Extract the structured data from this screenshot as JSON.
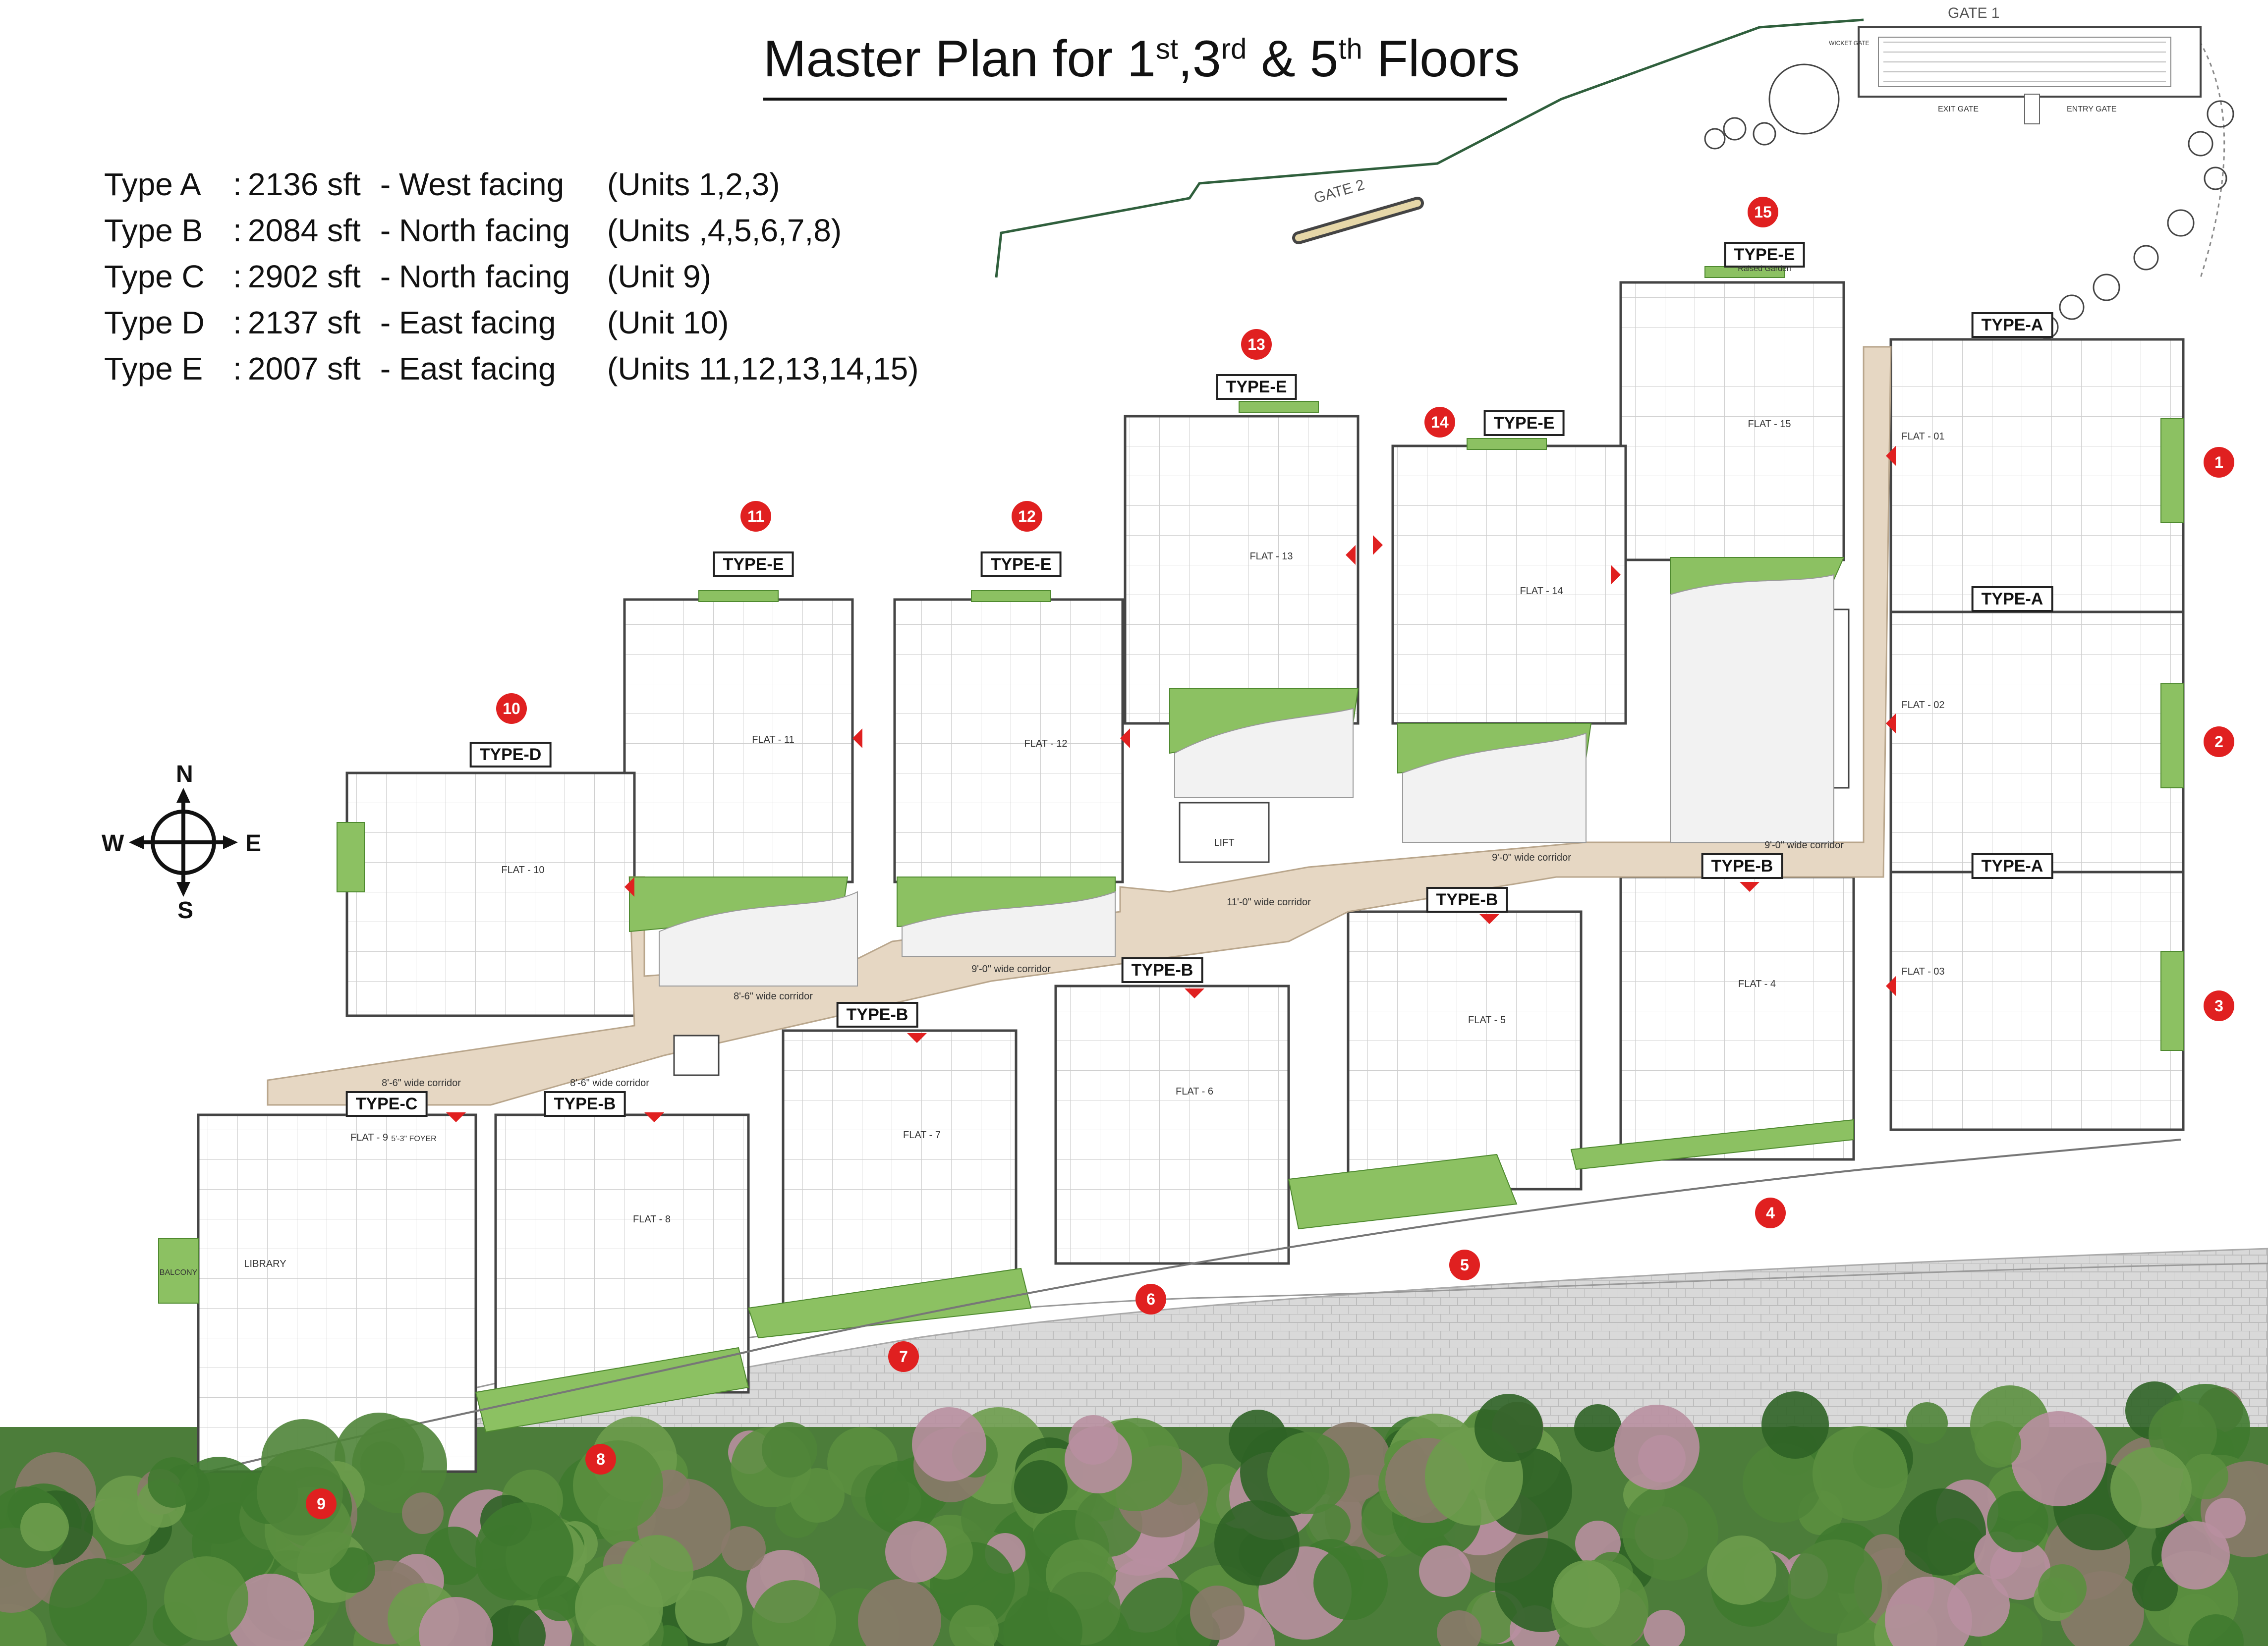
{
  "title": {
    "prefix": "Master Plan for 1",
    "sup1": "st",
    "mid1": ",3",
    "sup2": "rd",
    "mid2": " & 5",
    "sup3": "th",
    "suffix": " Floors"
  },
  "legend": [
    {
      "type": "Type A",
      "area": "2136 sft",
      "facing": "West facing",
      "units": "(Units 1,2,3)"
    },
    {
      "type": "Type B",
      "area": "2084 sft",
      "facing": "North facing",
      "units": "(Units ,4,5,6,7,8)"
    },
    {
      "type": "Type C",
      "area": "2902 sft",
      "facing": "North facing",
      "units": "(Unit 9)"
    },
    {
      "type": "Type D",
      "area": "2137 sft",
      "facing": "East facing",
      "units": "(Unit 10)"
    },
    {
      "type": "Type E",
      "area": "2007 sft",
      "facing": "East facing",
      "units": "(Units 11,12,13,14,15)"
    }
  ],
  "legend_separators": {
    "colon": ":",
    "dash": "-"
  },
  "compass": {
    "n": "N",
    "s": "S",
    "e": "E",
    "w": "W"
  },
  "gates": {
    "gate1": "GATE 1",
    "gate2": "GATE 2",
    "exit_gate": "EXIT GATE",
    "entry_gate": "ENTRY GATE",
    "wicket_gate": "WICKET GATE"
  },
  "type_labels": {
    "a1": "TYPE-A",
    "a2": "TYPE-A",
    "a3": "TYPE-A",
    "b4": "TYPE-B",
    "b5": "TYPE-B",
    "b6": "TYPE-B",
    "b7": "TYPE-B",
    "b8": "TYPE-B",
    "c9": "TYPE-C",
    "d10": "TYPE-D",
    "e11": "TYPE-E",
    "e12": "TYPE-E",
    "e13": "TYPE-E",
    "e14": "TYPE-E",
    "e15": "TYPE-E"
  },
  "unit_numbers": {
    "u1": "1",
    "u2": "2",
    "u3": "3",
    "u4": "4",
    "u5": "5",
    "u6": "6",
    "u7": "7",
    "u8": "8",
    "u9": "9",
    "u10": "10",
    "u11": "11",
    "u12": "12",
    "u13": "13",
    "u14": "14",
    "u15": "15"
  },
  "flat_labels": {
    "f1": "FLAT - 01",
    "f2": "FLAT - 02",
    "f3": "FLAT - 03",
    "f4": "FLAT - 4",
    "f5": "FLAT - 5",
    "f6": "FLAT - 6",
    "f7": "FLAT - 7",
    "f8": "FLAT - 8",
    "f9": "FLAT - 9",
    "f10": "FLAT - 10",
    "f11": "FLAT - 11",
    "f12": "FLAT - 12",
    "f13": "FLAT - 13",
    "f14": "FLAT - 14",
    "f15": "FLAT - 15"
  },
  "corridor_labels": {
    "c11": "11'-0\" wide corridor",
    "c9a": "9'-0\" wide corridor",
    "c9b": "9'-0\" wide corridor",
    "c9c": "9'-0\" wide corridor",
    "c8a": "8'-6\" wide corridor",
    "c8b": "8'-6\" wide corridor",
    "c8c": "8'-6\" wide corridor"
  },
  "misc_labels": {
    "raised_garden": "Raised Garden",
    "lift": "LIFT",
    "balcony": "BALCONY",
    "library": "LIBRARY",
    "foyer": "5'-3\" FOYER"
  }
}
